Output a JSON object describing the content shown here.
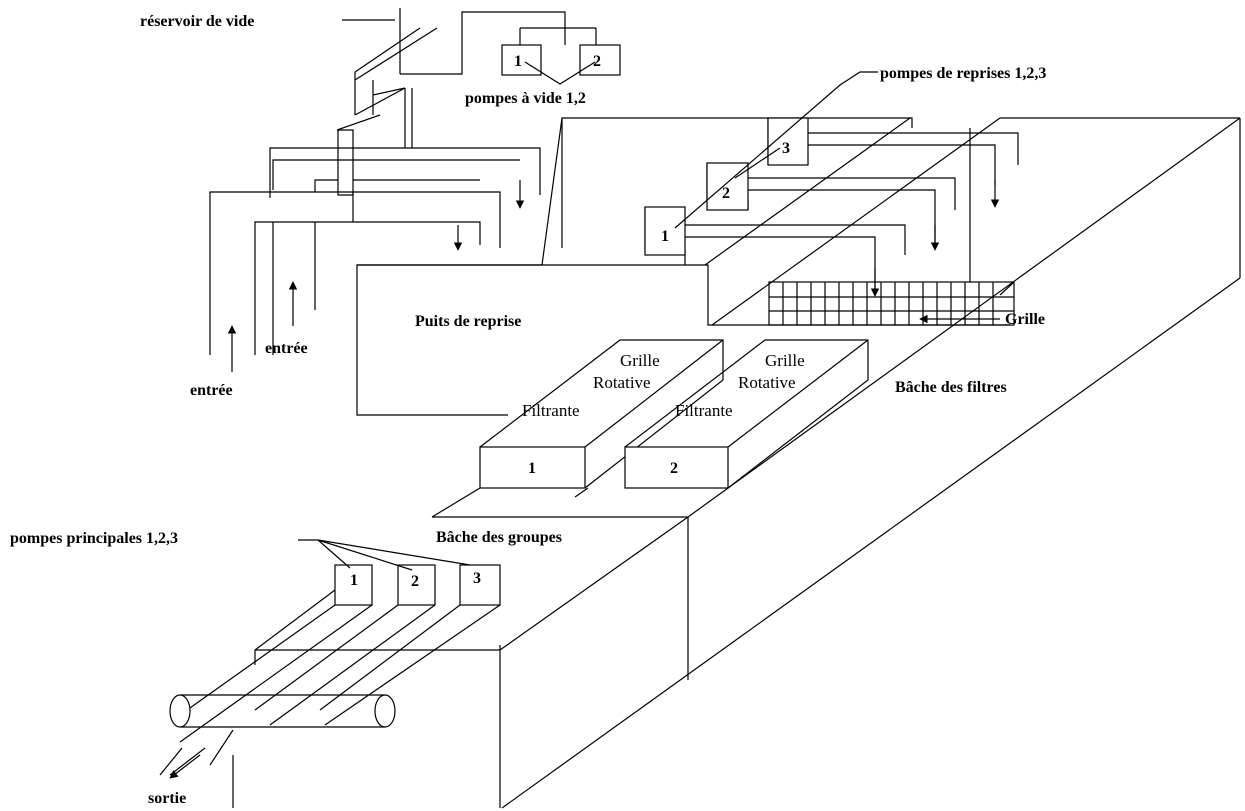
{
  "labels": {
    "vacuum_tank": "réservoir de vide",
    "vacuum_pumps": "pompes à vide 1,2",
    "recovery_pumps": "pompes de reprises 1,2,3",
    "grid": "Grille",
    "recovery_well": "Puits de reprise",
    "inlet_1": "entrée",
    "inlet_2": "entrée",
    "filter_tank": "Bâche des filtres",
    "group_tank": "Bâche des groupes",
    "main_pumps": "pompes principales 1,2,3",
    "outlet": "sortie"
  },
  "rotating_screens": [
    {
      "line1": "Grille",
      "line2": "Rotative",
      "line3": "Filtrante",
      "number": "1"
    },
    {
      "line1": "Grille",
      "line2": "Rotative",
      "line3": "Filtrante",
      "number": "2"
    }
  ],
  "vacuum_pump_numbers": [
    "1",
    "2"
  ],
  "recovery_pump_numbers": [
    "1",
    "2",
    "3"
  ],
  "main_pump_numbers": [
    "1",
    "2",
    "3"
  ]
}
